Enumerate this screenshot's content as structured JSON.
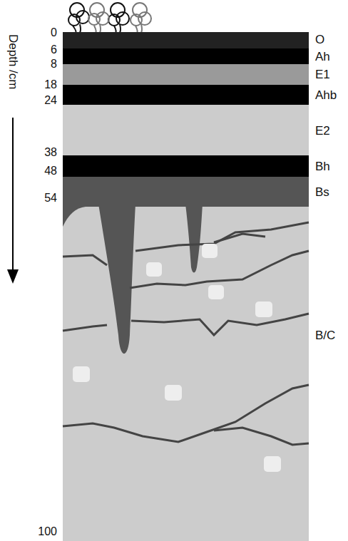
{
  "diagram": {
    "nodes": [
      {
        "text": [
          "O"
        ]
      },
      {
        "text": [
          "Ah"
        ]
      },
      {
        "text": [
          "E1"
        ]
      },
      {
        "text": [
          "Ahb"
        ]
      },
      {
        "text": [
          "E2"
        ]
      },
      {
        "text": [
          "Bh"
        ]
      },
      {
        "text": [
          "Bs"
        ]
      },
      {
        "text": [
          "B/C"
        ]
      }
    ],
    "labels": [
      "Depth /cm",
      "0",
      "6",
      "8",
      "18",
      "24",
      "38",
      "48",
      "54",
      "100"
    ]
  }
}
